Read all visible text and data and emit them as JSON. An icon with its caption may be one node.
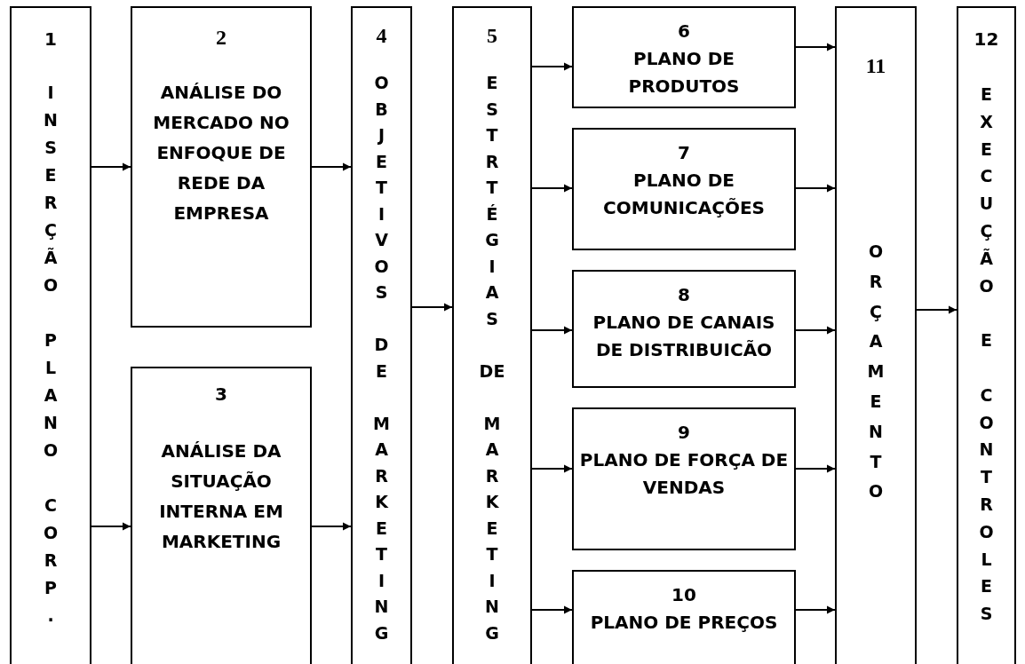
{
  "diagram": {
    "nodes": [
      {
        "text": [
          "1",
          "INSERÇÃO PLANO CORP."
        ]
      },
      {
        "text": [
          "2",
          "ANÁLISE DO MERCADO NO ENFOQUE DE REDE DA EMPRESA"
        ]
      },
      {
        "text": [
          "3",
          "ANÁLISE DA SITUAÇÃO INTERNA EM MARKETING"
        ]
      },
      {
        "text": [
          "4",
          "OBJETIVOS DE MARKETING"
        ]
      },
      {
        "text": [
          "5",
          "ESTRTÉGIAS DE MARKETING"
        ]
      },
      {
        "text": [
          "6",
          "PLANO DE PRODUTOS"
        ]
      },
      {
        "text": [
          "7",
          "PLANO DE COMUNICAÇÕES"
        ]
      },
      {
        "text": [
          "8",
          "PLANO DE CANAIS DE DISTRIBUICÃO"
        ]
      },
      {
        "text": [
          "9",
          "PLANO DE FORÇA DE VENDAS"
        ]
      },
      {
        "text": [
          "10",
          "PLANO DE PREÇOS"
        ]
      },
      {
        "text": [
          "11",
          "ORÇAMENTO"
        ]
      },
      {
        "text": [
          "12",
          "EXECUÇÃO E CONTROLES"
        ]
      }
    ],
    "edges": [
      {
        "from": 0,
        "to": 1,
        "arrow": "to"
      },
      {
        "from": 0,
        "to": 2,
        "arrow": "to"
      },
      {
        "from": 1,
        "to": 3,
        "arrow": "to"
      },
      {
        "from": 2,
        "to": 3,
        "arrow": "to"
      },
      {
        "from": 3,
        "to": 4,
        "arrow": "to"
      },
      {
        "from": 4,
        "to": 5,
        "arrow": "to"
      },
      {
        "from": 4,
        "to": 6,
        "arrow": "to"
      },
      {
        "from": 4,
        "to": 7,
        "arrow": "to"
      },
      {
        "from": 4,
        "to": 8,
        "arrow": "to"
      },
      {
        "from": 4,
        "to": 9,
        "arrow": "to"
      },
      {
        "from": 5,
        "to": 10,
        "arrow": "to"
      },
      {
        "from": 6,
        "to": 10,
        "arrow": "to"
      },
      {
        "from": 7,
        "to": 10,
        "arrow": "to"
      },
      {
        "from": 8,
        "to": 10,
        "arrow": "to"
      },
      {
        "from": 9,
        "to": 10,
        "arrow": "to"
      },
      {
        "from": 10,
        "to": 11,
        "arrow": "to"
      }
    ]
  }
}
